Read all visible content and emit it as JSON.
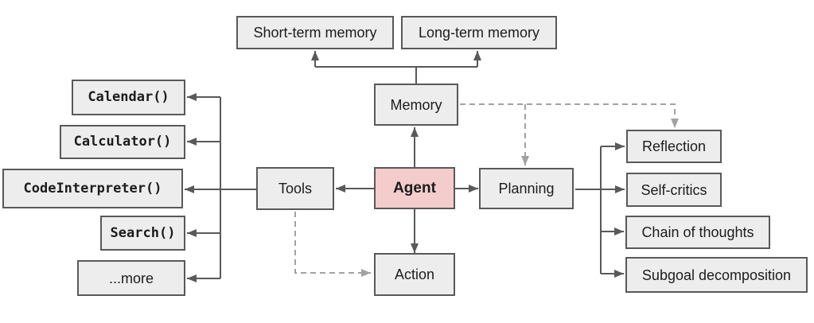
{
  "colors": {
    "background": "#ffffff",
    "box_fill": "#ededed",
    "box_border": "#595959",
    "agent_fill": "#f4cccc",
    "solid_line": "#595959",
    "dashed_line": "#a2a2a2",
    "text": "#1c1c1c"
  },
  "nodes": {
    "short_term_memory": {
      "label": "Short-term memory"
    },
    "long_term_memory": {
      "label": "Long-term memory"
    },
    "memory": {
      "label": "Memory"
    },
    "agent": {
      "label": "Agent"
    },
    "tools": {
      "label": "Tools"
    },
    "planning": {
      "label": "Planning"
    },
    "action": {
      "label": "Action"
    },
    "calendar": {
      "label": "Calendar()"
    },
    "calculator": {
      "label": "Calculator()"
    },
    "code_interpreter": {
      "label": "CodeInterpreter()"
    },
    "search": {
      "label": "Search()"
    },
    "more": {
      "label": "...more"
    },
    "reflection": {
      "label": "Reflection"
    },
    "self_critics": {
      "label": "Self-critics"
    },
    "chain_of_thoughts": {
      "label": "Chain of thoughts"
    },
    "subgoal_decomposition": {
      "label": "Subgoal decomposition"
    }
  }
}
